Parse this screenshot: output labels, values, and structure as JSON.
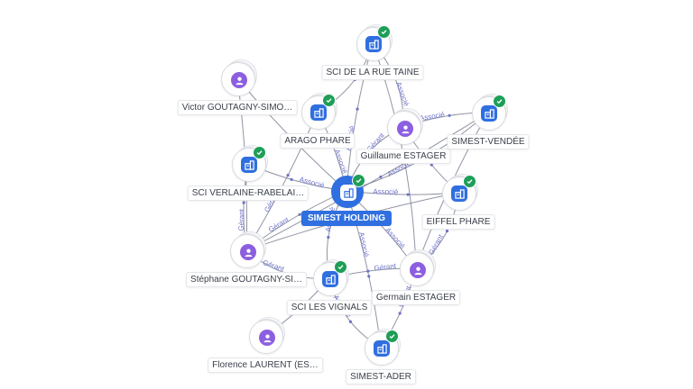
{
  "graph": {
    "central": {
      "label": "SIMEST HOLDING",
      "kind": "company",
      "verified": true
    },
    "nodes": [
      {
        "id": "sci-rue-taine",
        "label": "SCI DE LA RUE TAINE",
        "kind": "company",
        "verified": true
      },
      {
        "id": "victor",
        "label": "Victor GOUTAGNY-SIMO…",
        "kind": "person",
        "verified": false
      },
      {
        "id": "arago",
        "label": "ARAGO PHARE",
        "kind": "company",
        "verified": true
      },
      {
        "id": "guillaume",
        "label": "Guillaume ESTAGER",
        "kind": "person",
        "verified": false
      },
      {
        "id": "simest-vendee",
        "label": "SIMEST-VENDÉE",
        "kind": "company",
        "verified": true
      },
      {
        "id": "sci-verlaine",
        "label": "SCI VERLAINE-RABELAI…",
        "kind": "company",
        "verified": true
      },
      {
        "id": "eiffel",
        "label": "EIFFEL PHARE",
        "kind": "company",
        "verified": true
      },
      {
        "id": "stephane",
        "label": "Stéphane GOUTAGNY-SI…",
        "kind": "person",
        "verified": false
      },
      {
        "id": "germain",
        "label": "Germain ESTAGER",
        "kind": "person",
        "verified": false
      },
      {
        "id": "sci-vignals",
        "label": "SCI LES VIGNALS",
        "kind": "company",
        "verified": true
      },
      {
        "id": "florence",
        "label": "Florence LAURENT (ES…",
        "kind": "person",
        "verified": false
      },
      {
        "id": "simest-ader",
        "label": "SIMEST-ADER",
        "kind": "company",
        "verified": true
      }
    ],
    "edges": [
      {
        "from": "central",
        "to": "sci-rue-taine",
        "label": "Associé"
      },
      {
        "from": "central",
        "to": "arago",
        "label": "Associé"
      },
      {
        "from": "central",
        "to": "simest-vendee",
        "label": "Associé"
      },
      {
        "from": "central",
        "to": "sci-verlaine",
        "label": "Associé"
      },
      {
        "from": "central",
        "to": "eiffel",
        "label": "Associé"
      },
      {
        "from": "central",
        "to": "sci-vignals",
        "label": "Associé"
      },
      {
        "from": "central",
        "to": "simest-ader",
        "label": "Associé"
      },
      {
        "from": "victor",
        "to": "central",
        "label": ""
      },
      {
        "from": "guillaume",
        "to": "central",
        "label": "Gérant"
      },
      {
        "from": "stephane",
        "to": "central",
        "label": "Gérant"
      },
      {
        "from": "germain",
        "to": "central",
        "label": "Associé"
      },
      {
        "from": "arago",
        "to": "sci-rue-taine",
        "label": ""
      },
      {
        "from": "stephane",
        "to": "sci-verlaine",
        "label": "Gérant"
      },
      {
        "from": "stephane",
        "to": "arago",
        "label": "Gérant"
      },
      {
        "from": "stephane",
        "to": "sci-vignals",
        "label": "Gérant"
      },
      {
        "from": "stephane",
        "to": "eiffel",
        "label": ""
      },
      {
        "from": "stephane",
        "to": "simest-vendee",
        "label": ""
      },
      {
        "from": "guillaume",
        "to": "sci-rue-taine",
        "label": "Associé"
      },
      {
        "from": "guillaume",
        "to": "simest-vendee",
        "label": "Associé"
      },
      {
        "from": "guillaume",
        "to": "eiffel",
        "label": ""
      },
      {
        "from": "germain",
        "to": "eiffel",
        "label": "Gérant"
      },
      {
        "from": "germain",
        "to": "simest-ader",
        "label": "Gérant"
      },
      {
        "from": "germain",
        "to": "sci-vignals",
        "label": "Gérant"
      },
      {
        "from": "germain",
        "to": "sci-rue-taine",
        "label": ""
      },
      {
        "from": "germain",
        "to": "simest-vendee",
        "label": ""
      },
      {
        "from": "florence",
        "to": "sci-vignals",
        "label": ""
      },
      {
        "from": "sci-vignals",
        "to": "simest-ader",
        "label": "Associé"
      },
      {
        "from": "victor",
        "to": "stephane",
        "label": ""
      }
    ]
  },
  "colors": {
    "edge": "#6c7086",
    "edge_label": "#6e73c9",
    "company": "#2f6fe0",
    "person": "#8c5fe0",
    "verified": "#1e9e57"
  }
}
